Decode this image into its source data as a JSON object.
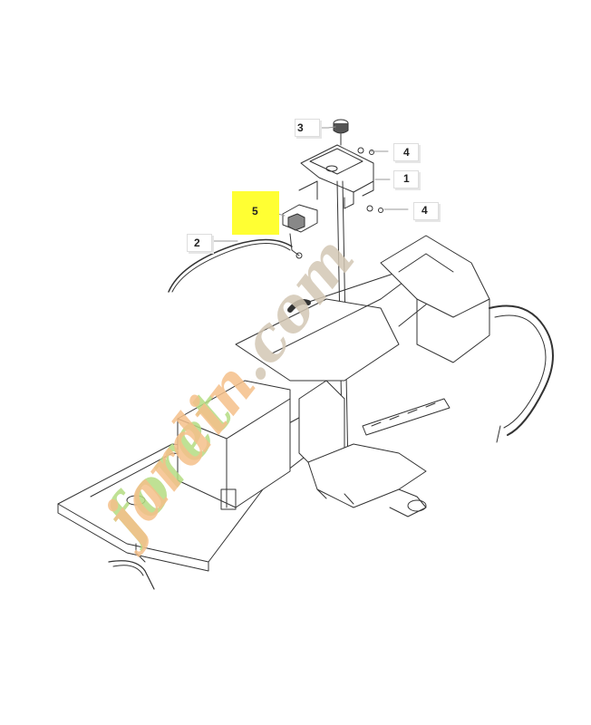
{
  "callouts": {
    "c1": "1",
    "c2": "2",
    "c3": "3",
    "c4a": "4",
    "c4b": "4",
    "c5": "5"
  },
  "watermark": {
    "text": "foretjardin.com",
    "part1": "foret",
    "part2": "jardin",
    "part3": ".com",
    "color_green": "#b4dc82",
    "color_orange": "#f5c08a",
    "color_brown": "#d3c7b4"
  },
  "highlight_color": "#ffff33"
}
